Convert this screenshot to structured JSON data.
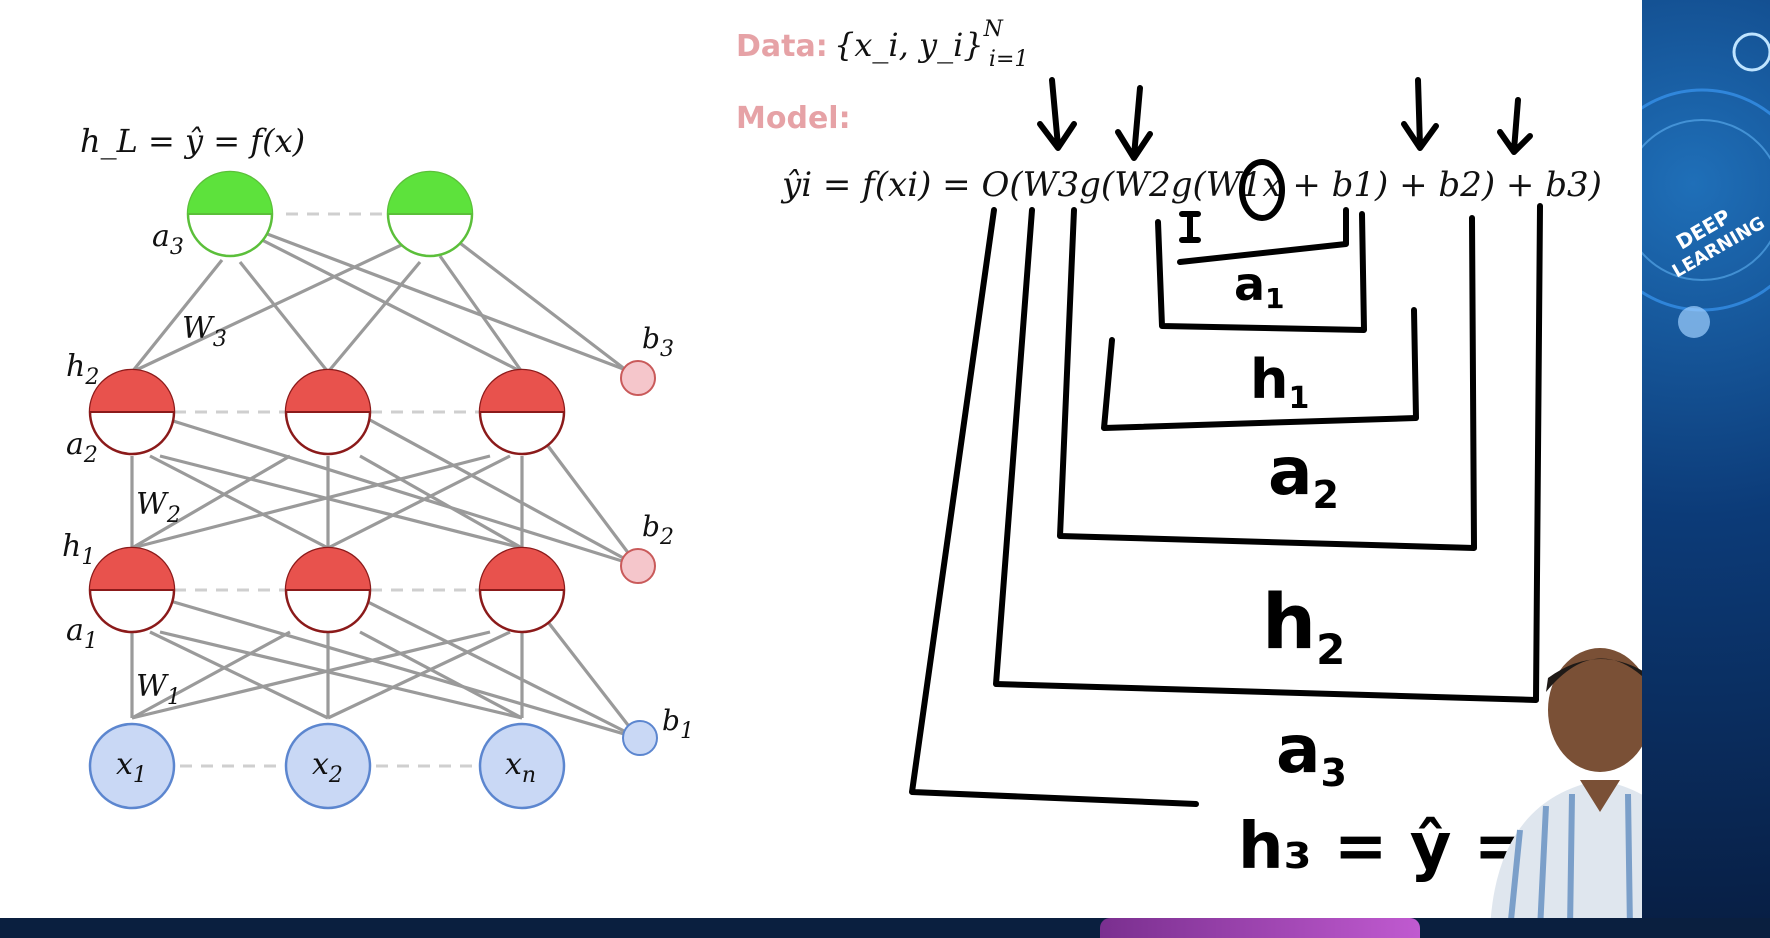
{
  "diagram": {
    "top_label": "h_L = ŷ = f(x)",
    "input_nodes": [
      "x",
      "x",
      "x"
    ],
    "input_subs": [
      "1",
      "2",
      "n"
    ],
    "bias_labels": [
      "b",
      "b",
      "b"
    ],
    "bias_subs": [
      "1",
      "2",
      "3"
    ],
    "layer_labels": {
      "h1": {
        "base": "h",
        "sub": "1"
      },
      "a1": {
        "base": "a",
        "sub": "1"
      },
      "h2": {
        "base": "h",
        "sub": "2"
      },
      "a2": {
        "base": "a",
        "sub": "2"
      },
      "a3": {
        "base": "a",
        "sub": "3"
      }
    },
    "weight_labels": [
      {
        "base": "W",
        "sub": "1"
      },
      {
        "base": "W",
        "sub": "2"
      },
      {
        "base": "W",
        "sub": "3"
      }
    ],
    "colors": {
      "input_fill": "#c9d8f5",
      "input_stroke": "#5c86cf",
      "hidden_fill": "#e8524d",
      "hidden_stroke": "#8b1a1a",
      "output_fill": "#5de23c",
      "output_stroke": "#5bbf3a",
      "bias_fill": "#f5c6cb",
      "bias_stroke": "#c95a5a"
    }
  },
  "slide": {
    "data_label": "Data:",
    "data_formula": "{x_i, y_i}",
    "data_sup": "N",
    "data_sub": "i=1",
    "model_label": "Model:",
    "model_equation": "ŷi = f(xi) = O(W3g(W2g(W1x + b1) + b2) + b3)"
  },
  "annotations": {
    "a1": "a",
    "a1_sub": "1",
    "h1": "h",
    "h1_sub": "1",
    "a2": "a",
    "a2_sub": "2",
    "h2": "h",
    "h2_sub": "2",
    "a3": "a",
    "a3_sub": "3",
    "final": "h₃ = ŷ = ^"
  },
  "sidebar": {
    "logo_line1": "DEEP",
    "logo_line2": "LEARNING"
  }
}
